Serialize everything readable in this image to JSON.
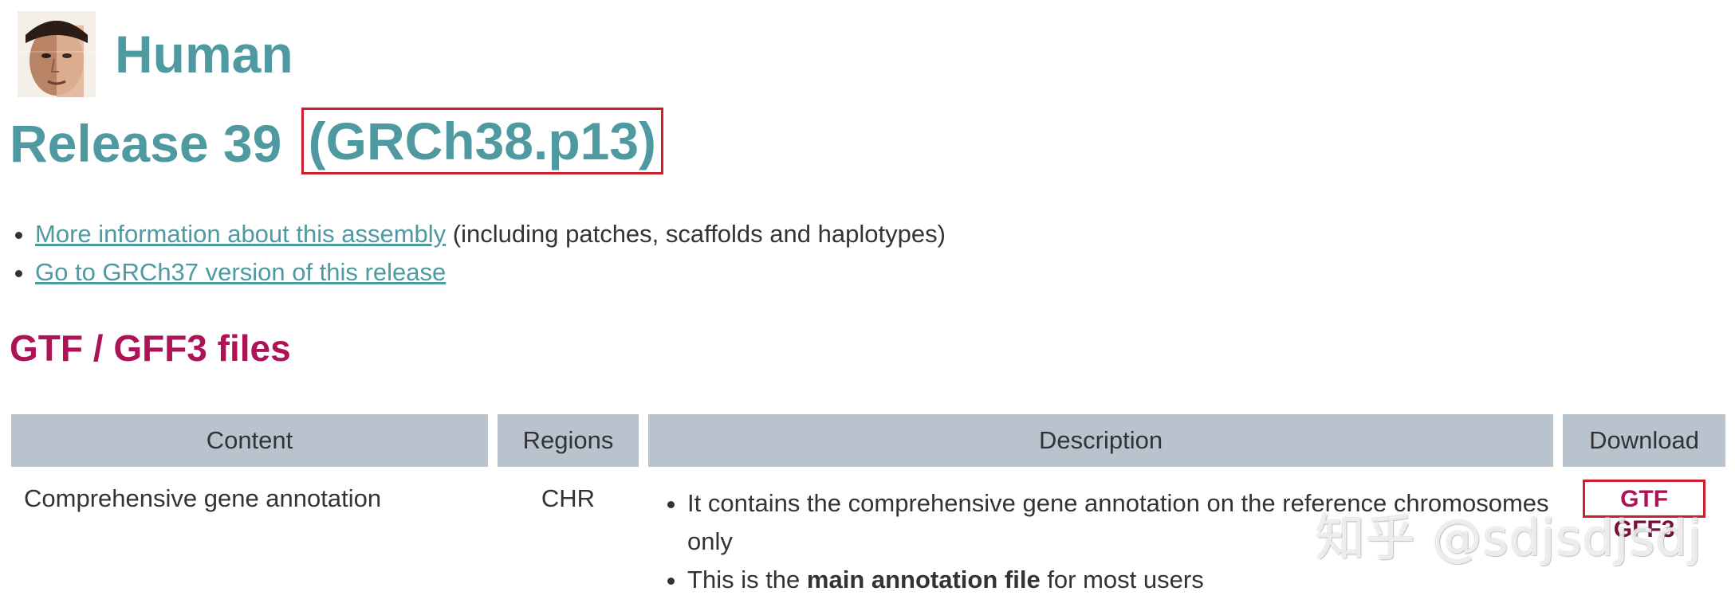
{
  "header": {
    "species": "Human",
    "avatar_icon": "human-face-icon"
  },
  "release": {
    "title": "Release 39",
    "assembly": "(GRCh38.p13)"
  },
  "links": [
    {
      "link_text": "More information about this assembly",
      "suffix": " (including patches, scaffolds and haplotypes)"
    },
    {
      "link_text": "Go to GRCh37 version of this release",
      "suffix": ""
    }
  ],
  "section": {
    "title": "GTF / GFF3 files"
  },
  "table": {
    "headers": [
      "Content",
      "Regions",
      "Description",
      "Download"
    ],
    "rows": [
      {
        "content": "Comprehensive gene annotation",
        "regions": "CHR",
        "description_items": [
          {
            "text": "It contains the comprehensive gene annotation on the reference chromosomes only"
          },
          {
            "pre": "This is the ",
            "bold": "main annotation file",
            "post": " for most users"
          }
        ],
        "downloads": [
          "GTF",
          "GFF3"
        ]
      }
    ]
  },
  "watermark": "知乎 @sdjsdjsdj",
  "colors": {
    "teal": "#4e9aa0",
    "magenta": "#ad1457",
    "highlight_box": "#cc1f2b",
    "header_bg": "#b9c3cd"
  }
}
